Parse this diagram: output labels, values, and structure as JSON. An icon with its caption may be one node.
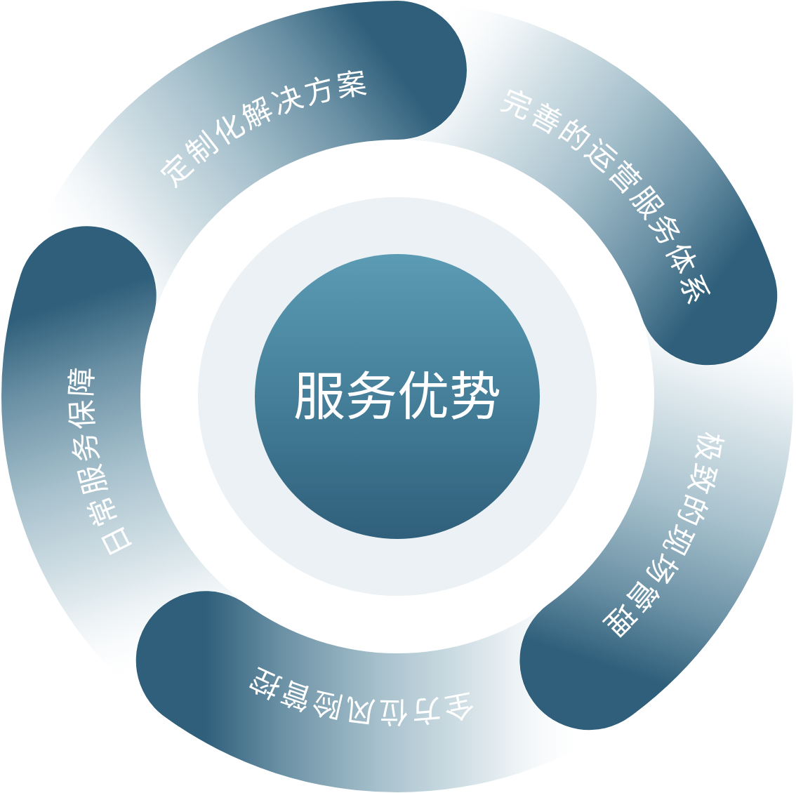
{
  "diagram": {
    "nodes": [
      {
        "text": [
          "服务优势"
        ]
      },
      {
        "text": [
          "定制化解决方案"
        ]
      },
      {
        "text": [
          "完善的运营服务体系"
        ]
      },
      {
        "text": [
          "极致的现场管理"
        ]
      },
      {
        "text": [
          "全方位风险管控"
        ]
      },
      {
        "text": [
          "日常服务保障"
        ]
      }
    ]
  }
}
